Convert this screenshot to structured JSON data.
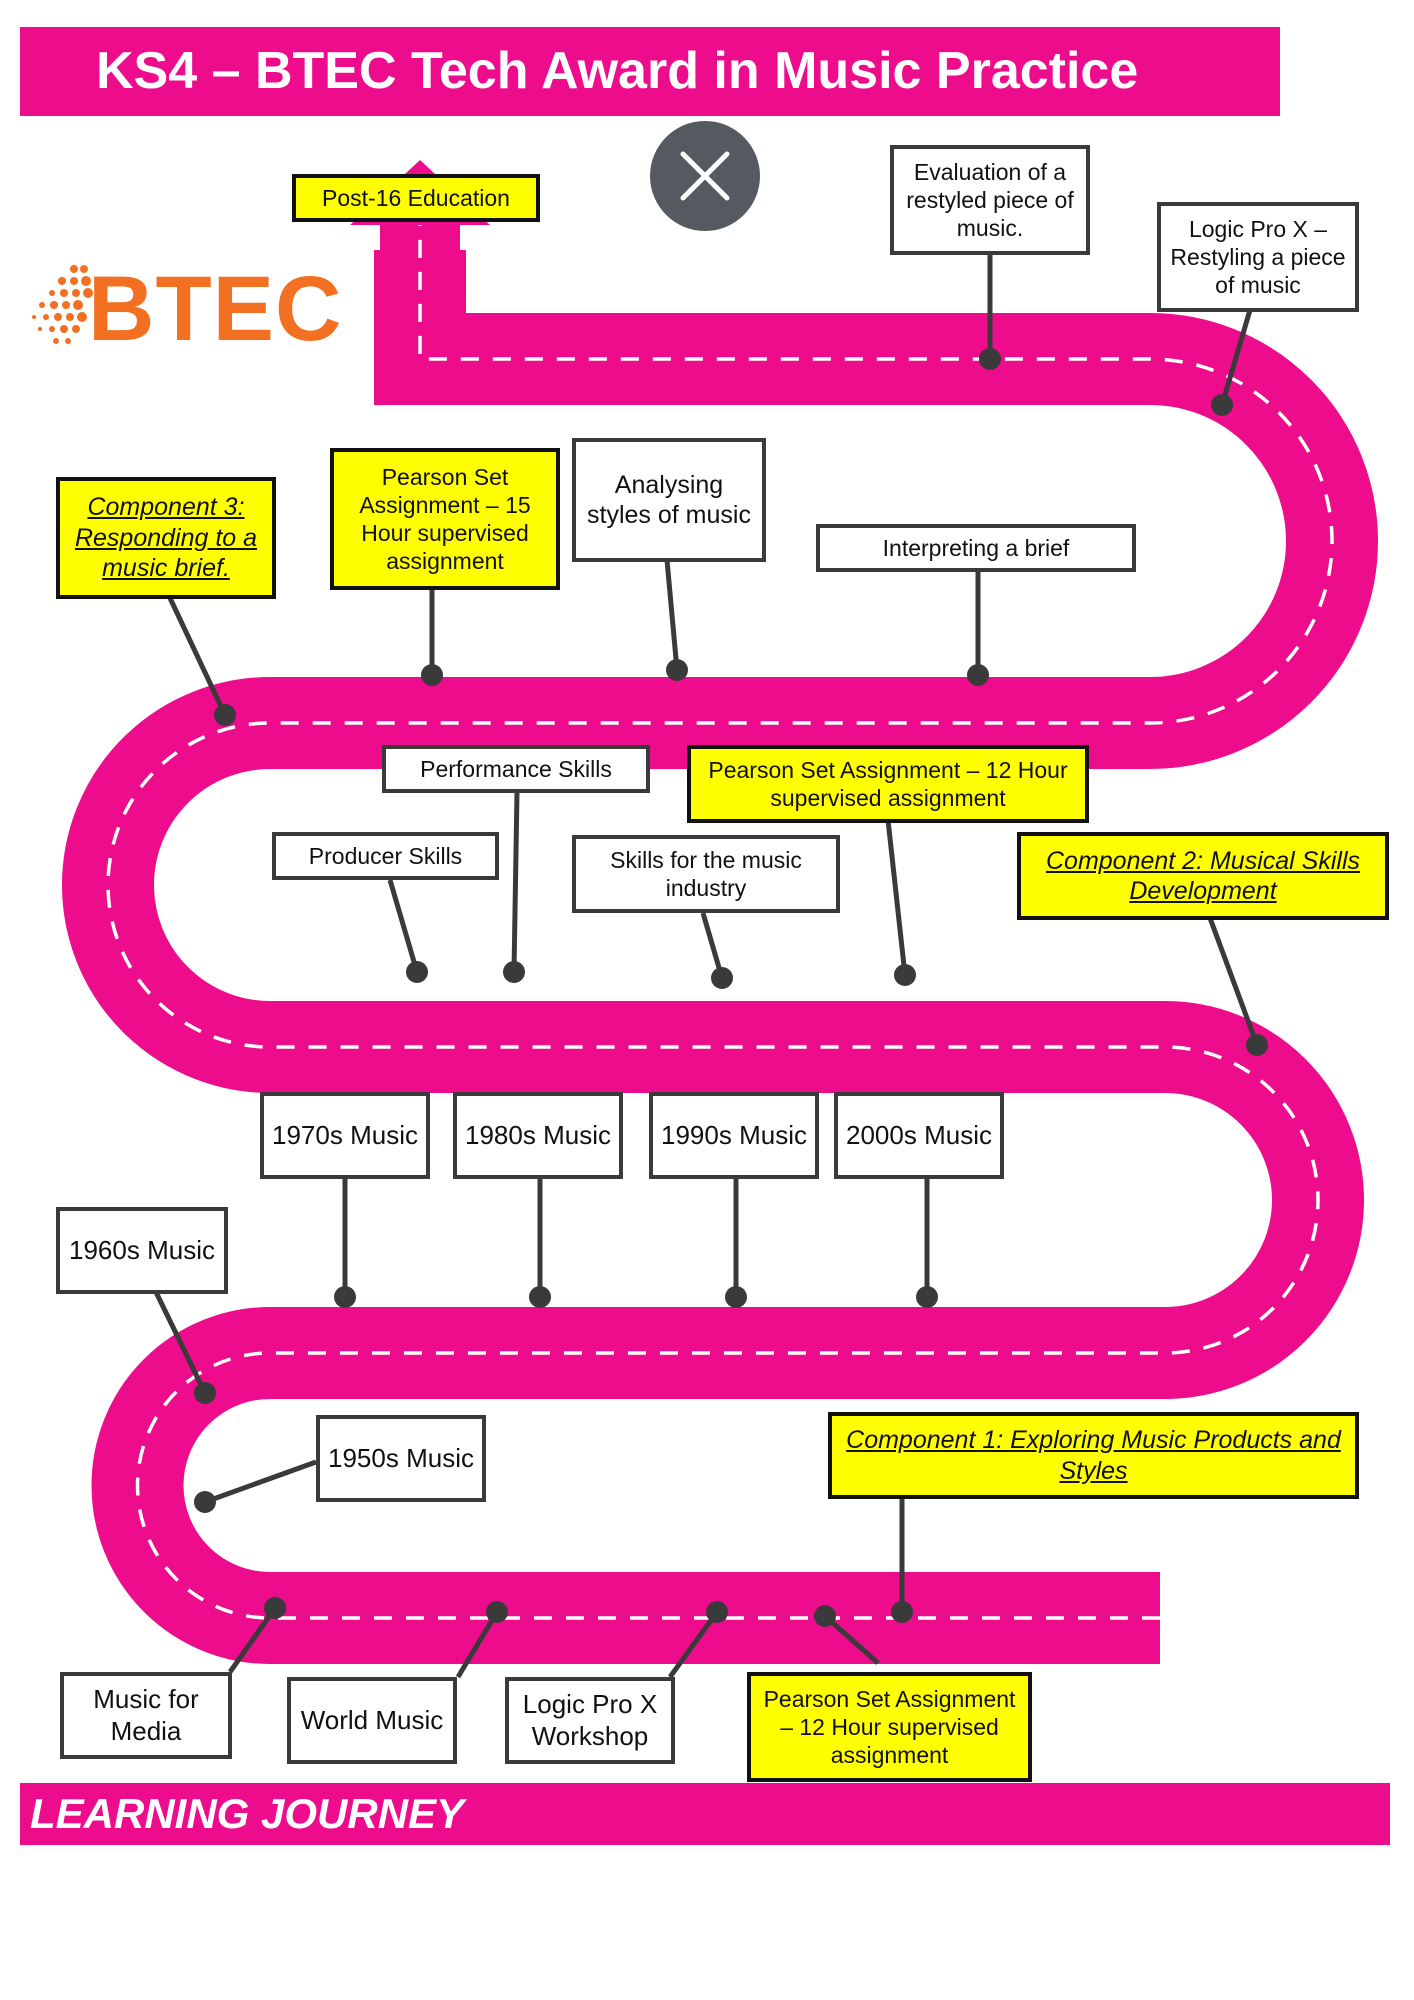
{
  "header": {
    "title": "KS4 – BTEC Tech Award in Music Practice"
  },
  "footer": {
    "text": "LEARNING JOURNEY"
  },
  "logo": {
    "text": "BTEC",
    "color": "#f36f21"
  },
  "close_button": {
    "icon": "close-icon"
  },
  "colors": {
    "road": "#ec0c8c",
    "dash": "#ffffff",
    "highlight": "#ffff00",
    "connector": "#3a3a3a"
  },
  "labels": {
    "post16": "Post-16 Education",
    "evaluation": "Evaluation of a restyled piece of music.",
    "logic_restyle": "Logic Pro X – Restyling a piece of music",
    "component3": "Component 3: Responding to a music brief.",
    "pearson15": "Pearson Set Assignment – 15 Hour supervised assignment",
    "analysing": "Analysing styles of music",
    "interpreting": "Interpreting a brief",
    "performance": "Performance Skills",
    "pearson12_top": "Pearson Set Assignment – 12 Hour supervised assignment",
    "producer": "Producer Skills",
    "industry": "Skills for the music industry",
    "component2": "Component 2: Musical Skills Development",
    "m1970": "1970s Music",
    "m1980": "1980s Music",
    "m1990": "1990s Music",
    "m2000": "2000s Music",
    "m1960": "1960s Music",
    "m1950": "1950s Music",
    "component1": "Component 1: Exploring Music Products and Styles",
    "media": "Music for Media",
    "world": "World Music",
    "logic_workshop": "Logic Pro X Workshop",
    "pearson12_bottom": "Pearson Set Assignment – 12 Hour supervised assignment"
  }
}
